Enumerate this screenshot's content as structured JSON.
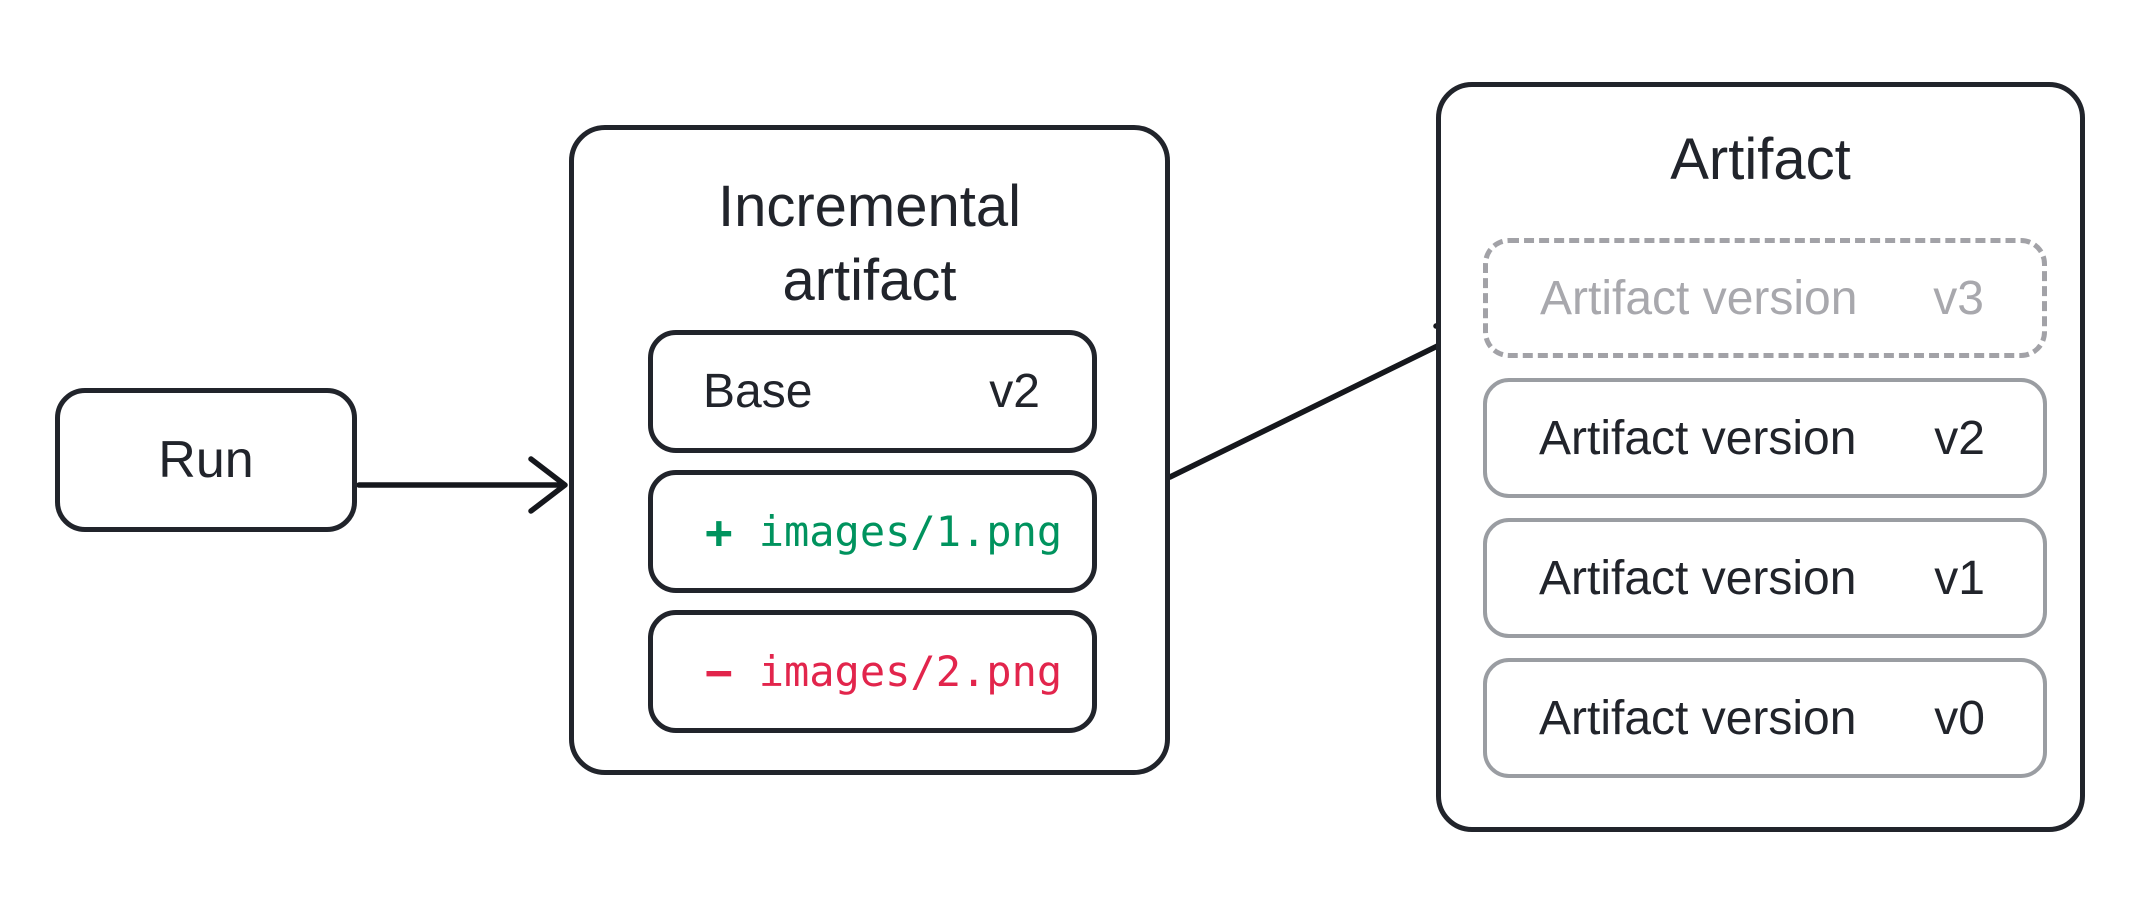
{
  "diagram": {
    "run": {
      "label": "Run"
    },
    "incremental": {
      "title_line1": "Incremental",
      "title_line2": "artifact",
      "base": {
        "label": "Base",
        "version": "v2"
      },
      "added": {
        "sign": "+",
        "path": "images/1.png"
      },
      "removed": {
        "sign": "−",
        "path": "images/2.png"
      }
    },
    "artifact": {
      "title": "Artifact",
      "pending_version": {
        "label": "Artifact version",
        "version": "v3"
      },
      "versions": [
        {
          "label": "Artifact version",
          "version": "v2"
        },
        {
          "label": "Artifact version",
          "version": "v1"
        },
        {
          "label": "Artifact version",
          "version": "v0"
        }
      ]
    },
    "arrows": [
      {
        "name": "run-to-incremental-artifact"
      },
      {
        "name": "incremental-artifact-to-artifact-v3"
      }
    ],
    "colors": {
      "outline_dark": "#21242B",
      "arrow_black": "#15171C",
      "added_green": "#00935E",
      "removed_red": "#E2254C",
      "version_border_gray": "#9A9DA2",
      "pending_dash_gray": "#A2A2A7",
      "pending_text_gray": "#A8A8AD"
    }
  }
}
